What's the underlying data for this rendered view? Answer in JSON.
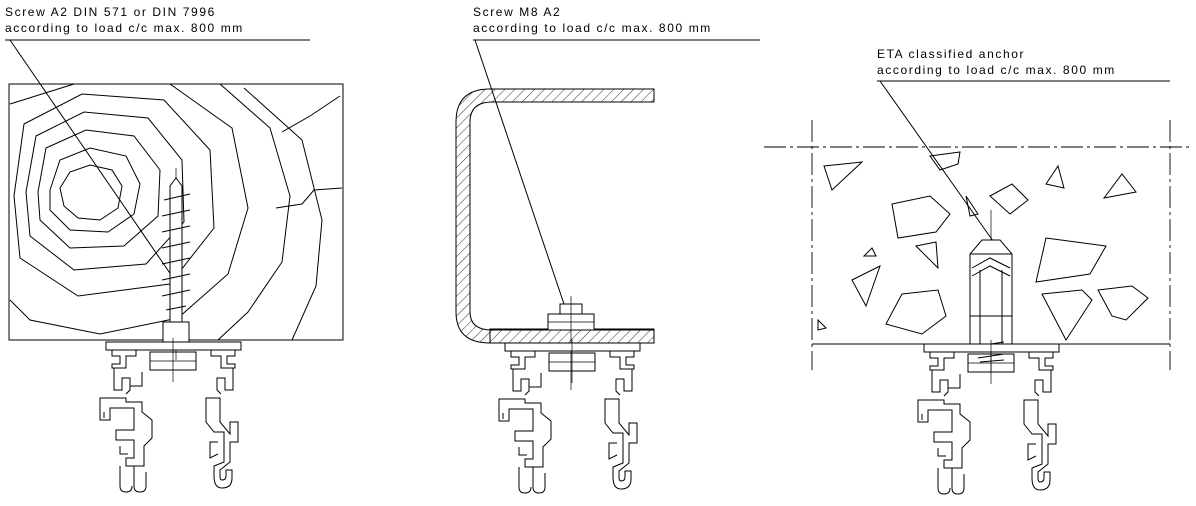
{
  "callouts": {
    "wood": {
      "line1": "Screw A2 DIN 571 or DIN 7996",
      "line2": "according to load c/c max. 800 mm"
    },
    "steel": {
      "line1": "Screw M8 A2",
      "line2": "according to load c/c max. 800 mm"
    },
    "concrete": {
      "line1": "ETA classified anchor",
      "line2": "according to load c/c max. 800 mm"
    }
  },
  "colors": {
    "line": "#000000",
    "background": "#ffffff",
    "hatch": "#000000"
  }
}
